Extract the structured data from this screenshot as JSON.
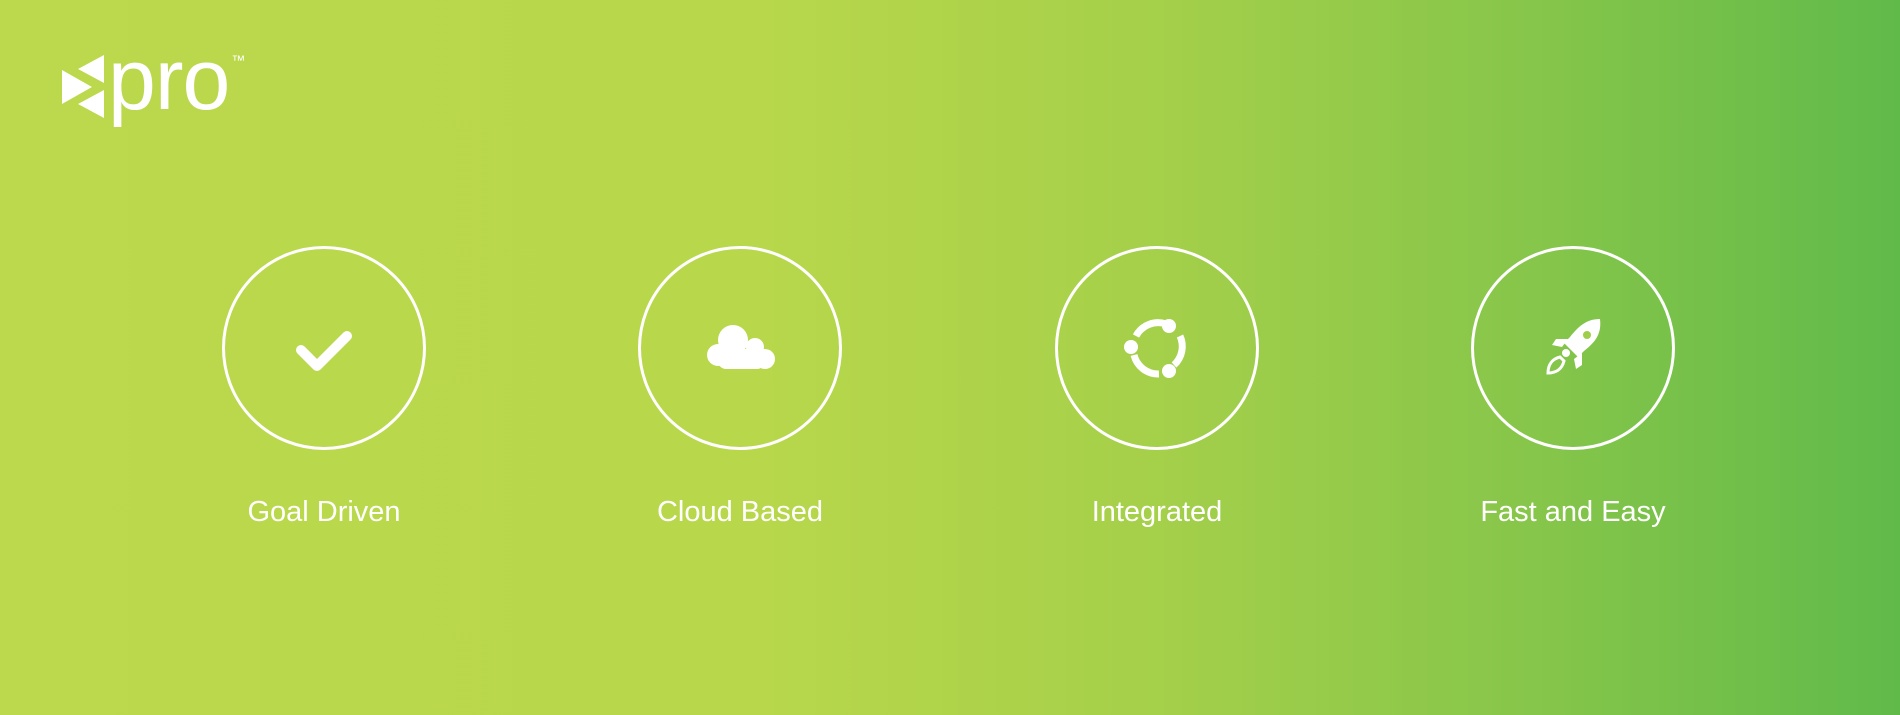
{
  "brand": {
    "name": "pro",
    "trademark": "™",
    "icon": "triangles-logo-icon"
  },
  "features": [
    {
      "label": "Goal Driven",
      "icon": "checkmark-icon"
    },
    {
      "label": "Cloud Based",
      "icon": "cloud-icon"
    },
    {
      "label": "Integrated",
      "icon": "sync-circle-icon"
    },
    {
      "label": "Fast and Easy",
      "icon": "rocket-icon"
    }
  ],
  "colors": {
    "gradient_start": "#bcd84c",
    "gradient_end": "#60ba4a",
    "foreground": "#ffffff"
  }
}
